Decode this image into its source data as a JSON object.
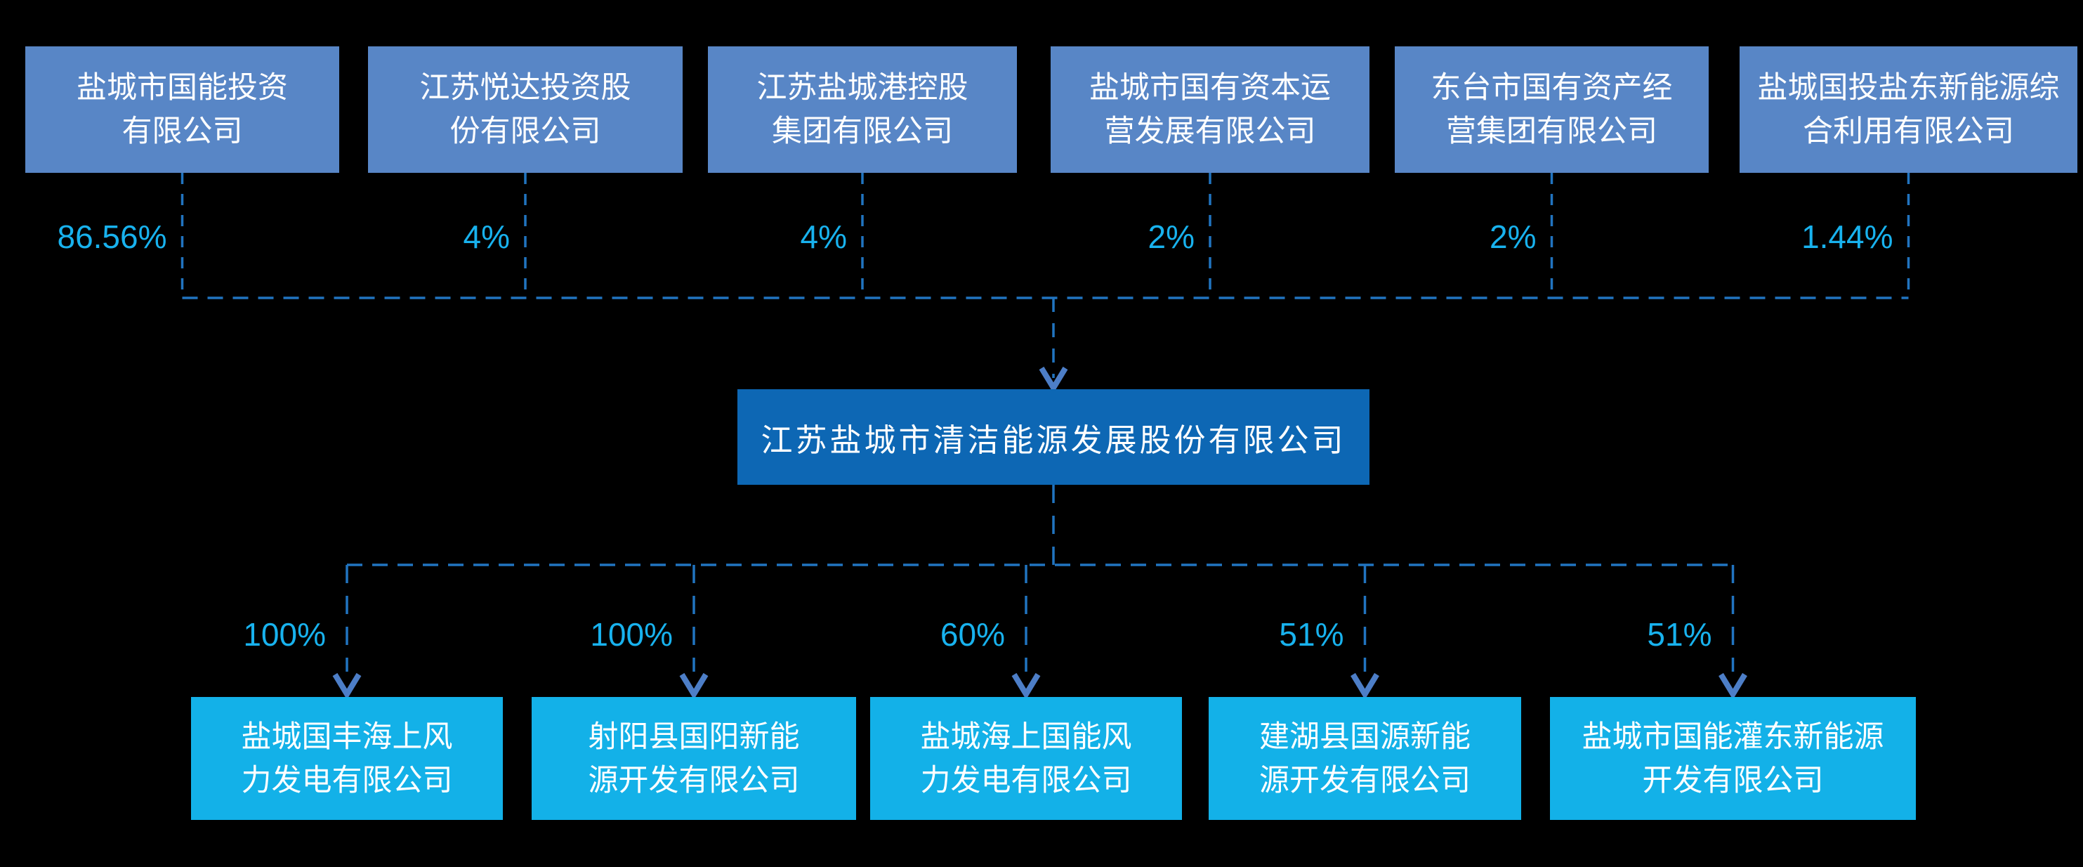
{
  "diagram": {
    "kind": "equity-ownership-structure",
    "colors": {
      "background": "#000000",
      "parent_box": "#5886c6",
      "main_box": "#0d67b4",
      "subsidiary_box": "#13b1e8",
      "connector_line": "#2174c0",
      "percent_text": "#18b2ee",
      "arrow": "#4d7ec7",
      "box_text": "#ffffff"
    },
    "parents": [
      {
        "name": "盐城市国能投资有限公司",
        "lines": [
          "盐城市国能投资",
          "有限公司"
        ],
        "ownership": "86.56%"
      },
      {
        "name": "江苏悦达投资股份有限公司",
        "lines": [
          "江苏悦达投资股",
          "份有限公司"
        ],
        "ownership": "4%"
      },
      {
        "name": "江苏盐城港控股集团有限公司",
        "lines": [
          "江苏盐城港控股",
          "集团有限公司"
        ],
        "ownership": "4%"
      },
      {
        "name": "盐城市国有资本运营发展有限公司",
        "lines": [
          "盐城市国有资本运",
          "营发展有限公司"
        ],
        "ownership": "2%"
      },
      {
        "name": "东台市国有资产经营集团有限公司",
        "lines": [
          "东台市国有资产经",
          "营集团有限公司"
        ],
        "ownership": "2%"
      },
      {
        "name": "盐城国投盐东新能源综合利用有限公司",
        "lines": [
          "盐城国投盐东新能源综",
          "合利用有限公司"
        ],
        "ownership": "1.44%"
      }
    ],
    "main_company": {
      "name": "江苏盐城市清洁能源发展股份有限公司"
    },
    "subsidiaries": [
      {
        "name": "盐城国丰海上风力发电有限公司",
        "lines": [
          "盐城国丰海上风",
          "力发电有限公司"
        ],
        "ownership": "100%"
      },
      {
        "name": "射阳县国阳新能源开发有限公司",
        "lines": [
          "射阳县国阳新能",
          "源开发有限公司"
        ],
        "ownership": "100%"
      },
      {
        "name": "盐城海上国能风力发电有限公司",
        "lines": [
          "盐城海上国能风",
          "力发电有限公司"
        ],
        "ownership": "60%"
      },
      {
        "name": "建湖县国源新能源开发有限公司",
        "lines": [
          "建湖县国源新能",
          "源开发有限公司"
        ],
        "ownership": "51%"
      },
      {
        "name": "盐城市国能灌东新能源开发有限公司",
        "lines": [
          "盐城市国能灌东新能源",
          "开发有限公司"
        ],
        "ownership": "51%"
      }
    ]
  }
}
